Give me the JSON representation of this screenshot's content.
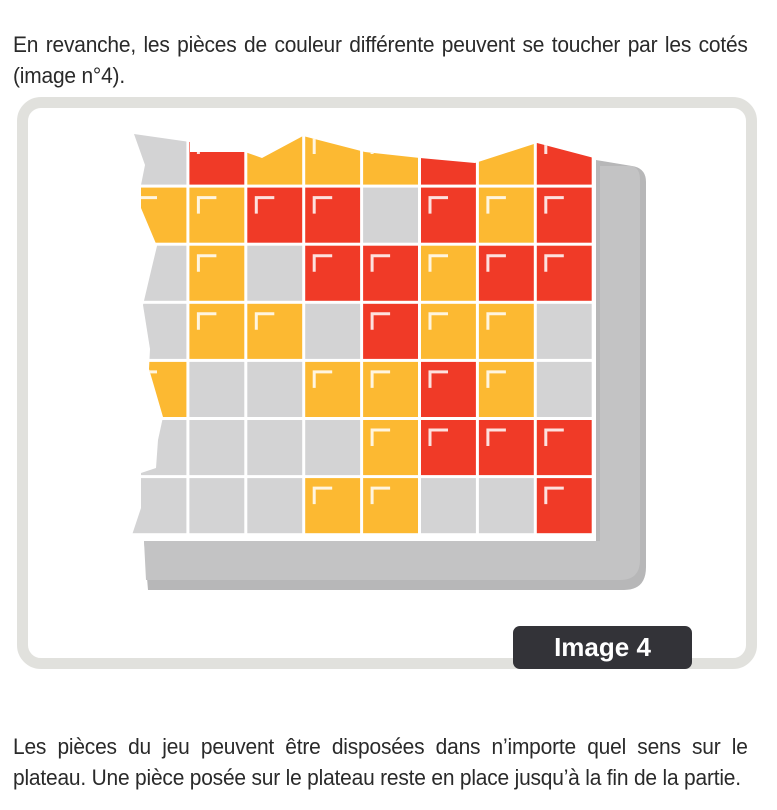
{
  "document": {
    "paragraph_top": "En revanche, les pièces de couleur différente peuvent se toucher par les cotés (image n°4).",
    "paragraph_bottom": "Les pièces du jeu peuvent être disposées dans n’importe quel sens sur le plateau. Une pièce posée sur le plateau reste en place jusqu’à la fin de la partie."
  },
  "figure": {
    "caption": "Image 4",
    "colors": {
      "red": "#f03a27",
      "yellow": "#fcb932",
      "gray": "#d3d3d4",
      "frame": "#e1e1dd",
      "shadow": "#b7b7b8",
      "caption_bg": "#333338"
    },
    "legend_codes": "R = red piece square, Y = yellow piece square, G = empty gray board square",
    "grid": [
      [
        "G",
        "R",
        "Y",
        "Y",
        "Y",
        "R",
        "Y",
        "R"
      ],
      [
        "Y",
        "Y",
        "R",
        "R",
        "G",
        "R",
        "Y",
        "R"
      ],
      [
        "G",
        "Y",
        "G",
        "R",
        "R",
        "Y",
        "R",
        "R"
      ],
      [
        "G",
        "Y",
        "Y",
        "G",
        "R",
        "Y",
        "Y",
        "G"
      ],
      [
        "Y",
        "G",
        "G",
        "Y",
        "Y",
        "R",
        "Y",
        "G"
      ],
      [
        "G",
        "G",
        "G",
        "G",
        "Y",
        "R",
        "R",
        "R"
      ],
      [
        "G",
        "G",
        "G",
        "Y",
        "Y",
        "G",
        "G",
        "R"
      ]
    ]
  }
}
